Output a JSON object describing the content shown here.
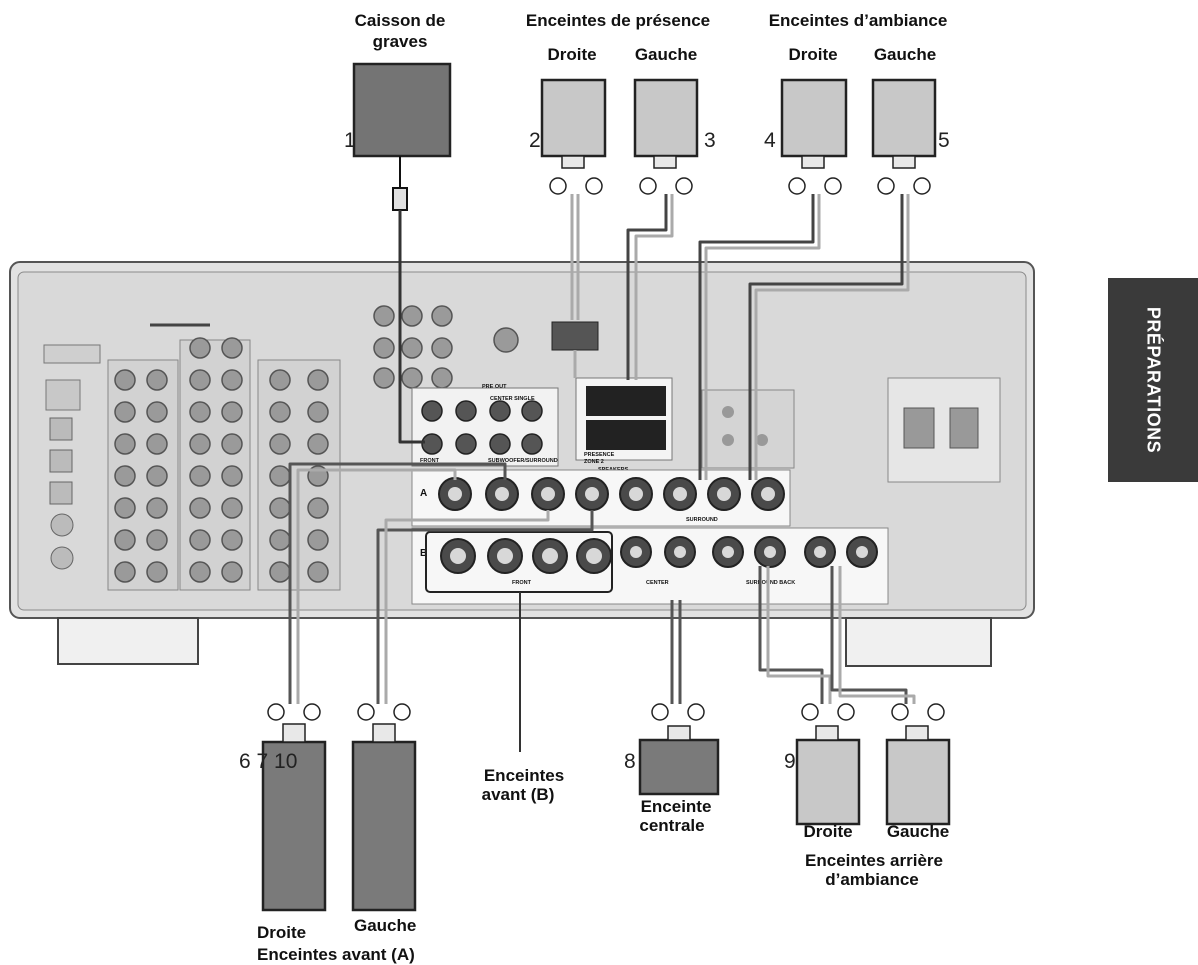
{
  "side_tab": "PRÉPARATIONS",
  "labels": {
    "subwoofer_line1": "Caisson de",
    "subwoofer_line2": "graves",
    "presence_title": "Enceintes de présence",
    "presence_right": "Droite",
    "presence_left": "Gauche",
    "ambience_title": "Enceintes d’ambiance",
    "ambience_right": "Droite",
    "ambience_left": "Gauche",
    "front_b_line1": "Enceintes",
    "front_b_line2": "avant (B)",
    "center_line1": "Enceinte",
    "center_line2": "centrale",
    "rear_right": "Droite",
    "rear_left": "Gauche",
    "rear_title_line1": "Enceintes arrière",
    "rear_title_line2": "d’ambiance",
    "front_a_right": "Droite",
    "front_a_left": "Gauche",
    "front_a_title": "Enceintes avant (A)"
  },
  "numbers": {
    "n1": "1",
    "n2": "2",
    "n3": "3",
    "n4": "4",
    "n5": "5",
    "n6710": "6 7 10",
    "n8": "8",
    "n9": "9"
  },
  "panel_text": {
    "pre_out": "PRE OUT",
    "center_single": "CENTER SINGLE",
    "front": "FRONT",
    "subwoofer": "SUBWOOFER/SURROUND",
    "presence": "PRESENCE",
    "zone": "ZONE 2",
    "speakers": "SPEAKERS",
    "surround": "SURROUND",
    "front_b": "FRONT",
    "center": "CENTER",
    "surround_back": "SURROUND BACK",
    "row_a": "A",
    "row_b": "B"
  }
}
